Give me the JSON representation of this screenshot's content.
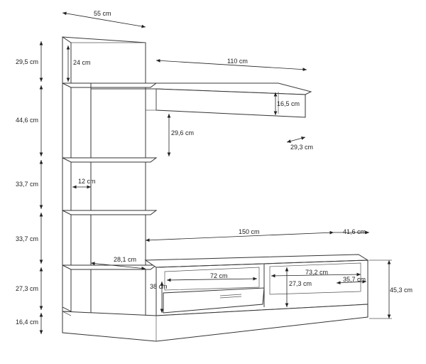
{
  "dimensions": {
    "top_depth": "55 cm",
    "h_top_section": "29,5 cm",
    "h_second_section": "44,6 cm",
    "h_third_section": "33,7 cm",
    "h_fourth_section": "33,7 cm",
    "h_fifth_section": "27,3 cm",
    "h_base": "16,4 cm",
    "top_inner_height": "24 cm",
    "bridge_width": "110 cm",
    "bridge_height": "16,5 cm",
    "bridge_clearance": "29,6 cm",
    "bridge_depth": "29,3 cm",
    "tower_thickness": "12 cm",
    "lowboard_width": "150 cm",
    "lowboard_depth": "41,6 cm",
    "shelf_depth": "28,1 cm",
    "open_width": "72 cm",
    "compartment_width": "73,2 cm",
    "compartment_height": "27,3 cm",
    "inner_depth": "35,7 cm",
    "flap_height": "38 cm",
    "total_lowboard_height": "45,3 cm"
  }
}
